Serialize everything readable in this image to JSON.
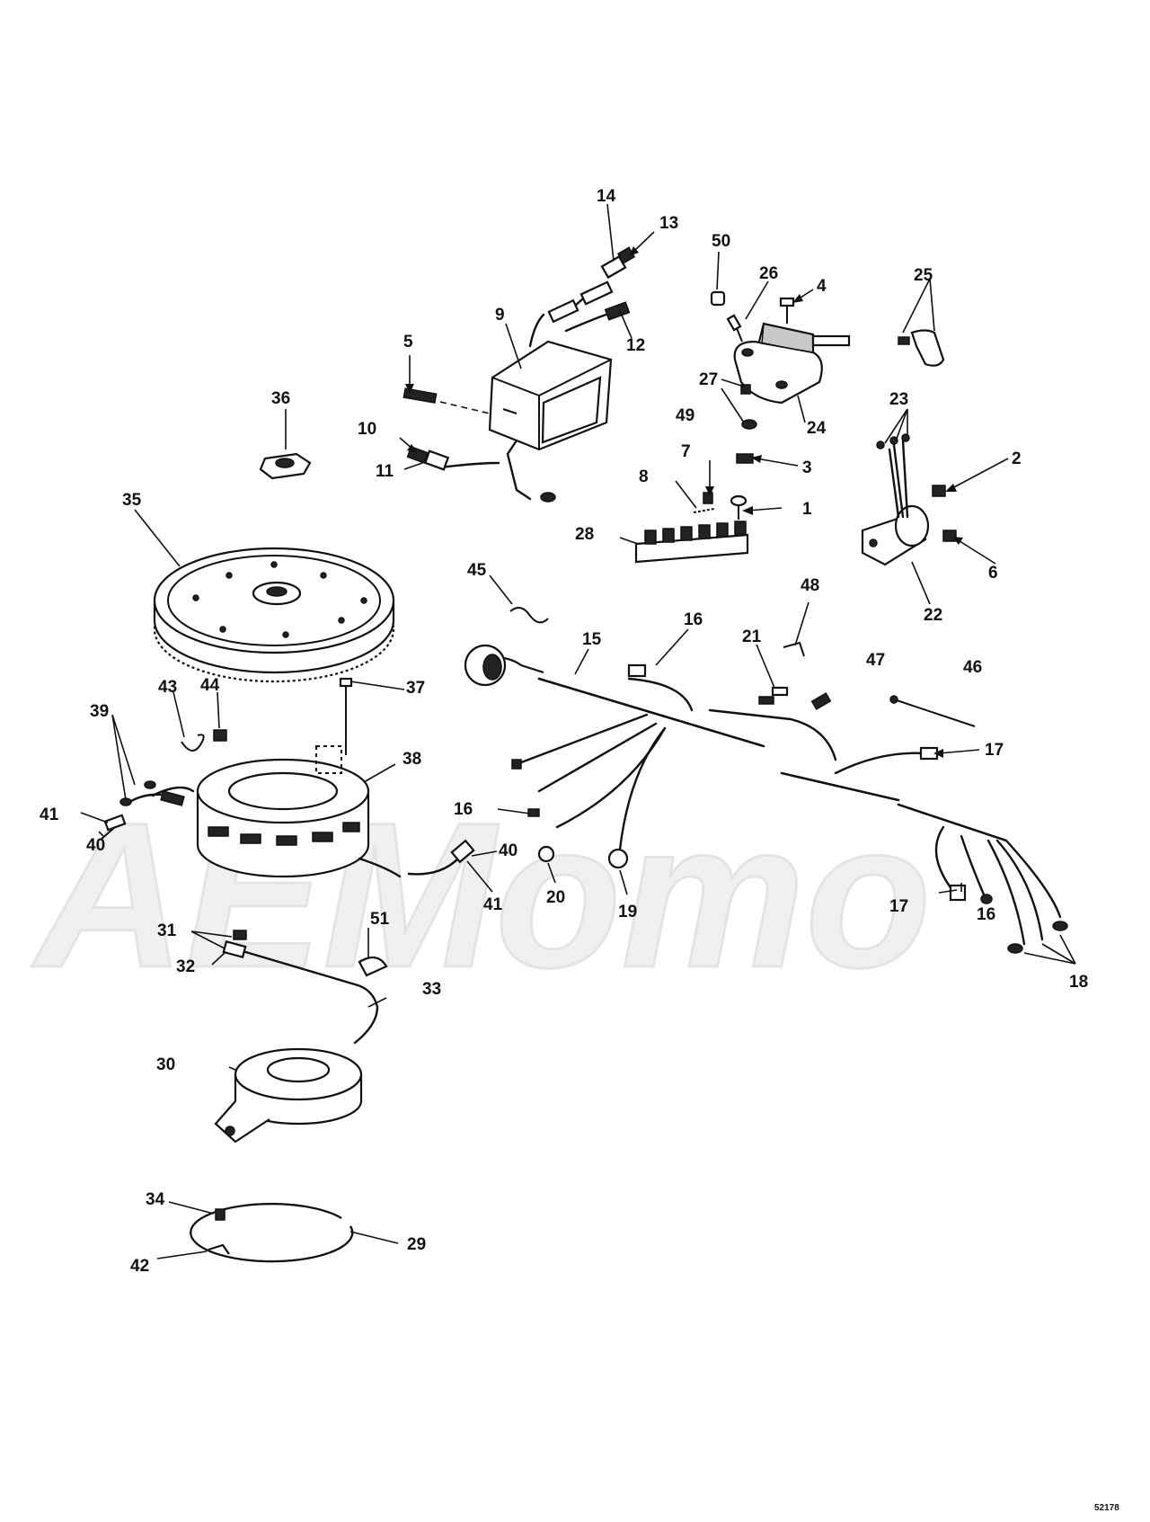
{
  "watermark": {
    "text": "AEMomo"
  },
  "drawing_code": "52178",
  "callouts": [
    {
      "id": "c1",
      "text": "1"
    },
    {
      "id": "c2",
      "text": "2"
    },
    {
      "id": "c3",
      "text": "3"
    },
    {
      "id": "c4",
      "text": "4"
    },
    {
      "id": "c5",
      "text": "5"
    },
    {
      "id": "c6",
      "text": "6"
    },
    {
      "id": "c7",
      "text": "7"
    },
    {
      "id": "c8",
      "text": "8"
    },
    {
      "id": "c9",
      "text": "9"
    },
    {
      "id": "c10",
      "text": "10"
    },
    {
      "id": "c11",
      "text": "11"
    },
    {
      "id": "c12",
      "text": "12"
    },
    {
      "id": "c13",
      "text": "13"
    },
    {
      "id": "c14",
      "text": "14"
    },
    {
      "id": "c15",
      "text": "15"
    },
    {
      "id": "c16a",
      "text": "16"
    },
    {
      "id": "c16b",
      "text": "16"
    },
    {
      "id": "c16c",
      "text": "16"
    },
    {
      "id": "c17a",
      "text": "17"
    },
    {
      "id": "c17b",
      "text": "17"
    },
    {
      "id": "c18",
      "text": "18"
    },
    {
      "id": "c19",
      "text": "19"
    },
    {
      "id": "c20",
      "text": "20"
    },
    {
      "id": "c21",
      "text": "21"
    },
    {
      "id": "c22",
      "text": "22"
    },
    {
      "id": "c23",
      "text": "23"
    },
    {
      "id": "c24",
      "text": "24"
    },
    {
      "id": "c25",
      "text": "25"
    },
    {
      "id": "c26",
      "text": "26"
    },
    {
      "id": "c27",
      "text": "27"
    },
    {
      "id": "c28",
      "text": "28"
    },
    {
      "id": "c29",
      "text": "29"
    },
    {
      "id": "c30",
      "text": "30"
    },
    {
      "id": "c31",
      "text": "31"
    },
    {
      "id": "c32",
      "text": "32"
    },
    {
      "id": "c33",
      "text": "33"
    },
    {
      "id": "c34",
      "text": "34"
    },
    {
      "id": "c35",
      "text": "35"
    },
    {
      "id": "c36",
      "text": "36"
    },
    {
      "id": "c37",
      "text": "37"
    },
    {
      "id": "c38",
      "text": "38"
    },
    {
      "id": "c39",
      "text": "39"
    },
    {
      "id": "c40a",
      "text": "40"
    },
    {
      "id": "c40b",
      "text": "40"
    },
    {
      "id": "c41a",
      "text": "41"
    },
    {
      "id": "c41b",
      "text": "41"
    },
    {
      "id": "c42",
      "text": "42"
    },
    {
      "id": "c43",
      "text": "43"
    },
    {
      "id": "c44",
      "text": "44"
    },
    {
      "id": "c45",
      "text": "45"
    },
    {
      "id": "c46",
      "text": "46"
    },
    {
      "id": "c47",
      "text": "47"
    },
    {
      "id": "c48",
      "text": "48"
    },
    {
      "id": "c49",
      "text": "49"
    },
    {
      "id": "c50",
      "text": "50"
    },
    {
      "id": "c51",
      "text": "51"
    }
  ]
}
